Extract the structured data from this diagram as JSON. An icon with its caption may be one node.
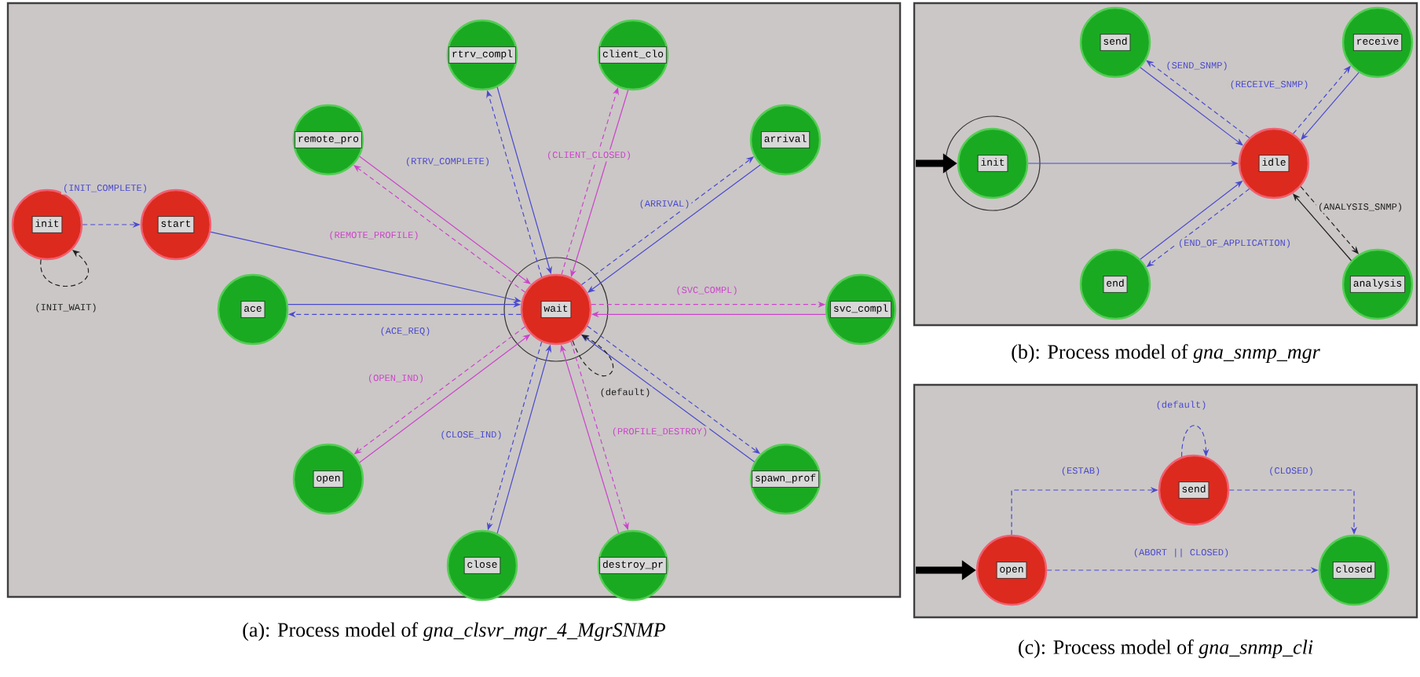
{
  "diagram": {
    "nodes": [
      {
        "text": [
          "(a): Process model of *gna_clsvr_mgr_4_MgrSNMP*"
        ]
      },
      {
        "text": [
          "init"
        ],
        "in": 0
      },
      {
        "text": [
          "start"
        ],
        "in": 0
      },
      {
        "text": [
          "remote_pro"
        ],
        "in": 0
      },
      {
        "text": [
          "rtrv_compl"
        ],
        "in": 0
      },
      {
        "text": [
          "client_clo"
        ],
        "in": 0
      },
      {
        "text": [
          "arrival"
        ],
        "in": 0
      },
      {
        "text": [
          "ace"
        ],
        "in": 0
      },
      {
        "text": [
          "wait"
        ],
        "in": 0
      },
      {
        "text": [
          "svc_compl"
        ],
        "in": 0
      },
      {
        "text": [
          "open"
        ],
        "in": 0
      },
      {
        "text": [
          "close"
        ],
        "in": 0
      },
      {
        "text": [
          "destroy_pr"
        ],
        "in": 0
      },
      {
        "text": [
          "spawn_prof"
        ],
        "in": 0
      },
      {
        "text": [
          "(b): Process model of *gna_snmp_mgr*"
        ]
      },
      {
        "text": [
          "init"
        ],
        "in": 14
      },
      {
        "text": [
          "idle"
        ],
        "in": 14
      },
      {
        "text": [
          "send"
        ],
        "in": 14
      },
      {
        "text": [
          "receive"
        ],
        "in": 14
      },
      {
        "text": [
          "end"
        ],
        "in": 14
      },
      {
        "text": [
          "analysis"
        ],
        "in": 14
      },
      {
        "text": [
          "(c): Process model of *gna_snmp_cli*"
        ]
      },
      {
        "text": [
          "open"
        ],
        "in": 21
      },
      {
        "text": [
          "send"
        ],
        "in": 21
      },
      {
        "text": [
          "closed"
        ],
        "in": 21
      }
    ],
    "edges": [
      {
        "from": 1,
        "to": 2,
        "arrow": "to",
        "style": "dashed",
        "label": "(INIT_COMPLETE)"
      },
      {
        "from": 1,
        "to": 1,
        "arrow": "to",
        "style": "dashed",
        "color": "#202020",
        "label": "(INIT_WAIT)"
      },
      {
        "from": 2,
        "to": 8,
        "arrow": "to"
      },
      {
        "from": 8,
        "to": 3,
        "arrow": "to",
        "style": "dashed",
        "color": "#cc44cc",
        "label": "(REMOTE_PROFILE)"
      },
      {
        "from": 3,
        "to": 8,
        "arrow": "to",
        "color": "#cc44cc"
      },
      {
        "from": 8,
        "to": 4,
        "arrow": "to",
        "style": "dashed",
        "label": "(RTRV_COMPLETE)"
      },
      {
        "from": 4,
        "to": 8,
        "arrow": "to"
      },
      {
        "from": 8,
        "to": 5,
        "arrow": "to",
        "style": "dashed",
        "color": "#cc44cc",
        "label": "(CLIENT_CLOSED)"
      },
      {
        "from": 5,
        "to": 8,
        "arrow": "to",
        "color": "#cc44cc"
      },
      {
        "from": 8,
        "to": 6,
        "arrow": "to",
        "style": "dashed",
        "label": "(ARRIVAL)"
      },
      {
        "from": 6,
        "to": 8,
        "arrow": "to"
      },
      {
        "from": 8,
        "to": 7,
        "arrow": "to",
        "style": "dashed",
        "label": "(ACE_REQ)"
      },
      {
        "from": 7,
        "to": 8,
        "arrow": "to"
      },
      {
        "from": 8,
        "to": 9,
        "arrow": "to",
        "style": "dashed",
        "color": "#cc44cc",
        "label": "(SVC_COMPL)"
      },
      {
        "from": 9,
        "to": 8,
        "arrow": "to",
        "color": "#cc44cc"
      },
      {
        "from": 8,
        "to": 10,
        "arrow": "to",
        "style": "dashed",
        "color": "#cc44cc",
        "label": "(OPEN_IND)"
      },
      {
        "from": 10,
        "to": 8,
        "arrow": "to",
        "color": "#cc44cc"
      },
      {
        "from": 8,
        "to": 11,
        "arrow": "to",
        "style": "dashed",
        "label": "(CLOSE_IND)"
      },
      {
        "from": 11,
        "to": 8,
        "arrow": "to"
      },
      {
        "from": 8,
        "to": 12,
        "arrow": "to",
        "style": "dashed",
        "color": "#cc44cc",
        "label": "(PROFILE_DESTROY)"
      },
      {
        "from": 12,
        "to": 8,
        "arrow": "to",
        "color": "#cc44cc"
      },
      {
        "from": 8,
        "to": 13,
        "arrow": "to",
        "style": "dashed"
      },
      {
        "from": 13,
        "to": 8,
        "arrow": "to"
      },
      {
        "from": 8,
        "to": 8,
        "arrow": "to",
        "style": "dashed",
        "color": "#202020",
        "label": "(default)"
      },
      {
        "from": null,
        "to": 15,
        "arrow": "to",
        "style": "thick",
        "color": "#000000"
      },
      {
        "from": 15,
        "to": 16,
        "arrow": "to"
      },
      {
        "from": 16,
        "to": 17,
        "arrow": "to",
        "style": "dashed",
        "label": "(SEND_SNMP)"
      },
      {
        "from": 17,
        "to": 16,
        "arrow": "to"
      },
      {
        "from": 16,
        "to": 18,
        "arrow": "to",
        "style": "dashed",
        "label": "(RECEIVE_SNMP)"
      },
      {
        "from": 18,
        "to": 16,
        "arrow": "to"
      },
      {
        "from": 16,
        "to": 19,
        "arrow": "to",
        "style": "dashed",
        "label": "(END_OF_APPLICATION)"
      },
      {
        "from": 19,
        "to": 16,
        "arrow": "to"
      },
      {
        "from": 16,
        "to": 20,
        "arrow": "to",
        "style": "dashed",
        "color": "#202020",
        "label": "(ANALYSIS_SNMP)"
      },
      {
        "from": 20,
        "to": 16,
        "arrow": "to",
        "color": "#202020"
      },
      {
        "from": null,
        "to": 22,
        "arrow": "to",
        "style": "thick",
        "color": "#000000"
      },
      {
        "from": 22,
        "to": 23,
        "arrow": "to",
        "style": "dashed",
        "label": "(ESTAB)"
      },
      {
        "from": 23,
        "to": 24,
        "arrow": "to",
        "style": "dashed",
        "label": "(CLOSED)"
      },
      {
        "from": 22,
        "to": 24,
        "arrow": "to",
        "style": "dashed",
        "label": "(ABORT || CLOSED)"
      },
      {
        "from": 23,
        "to": 23,
        "arrow": "to",
        "style": "dashed",
        "label": "(default)"
      }
    ]
  }
}
